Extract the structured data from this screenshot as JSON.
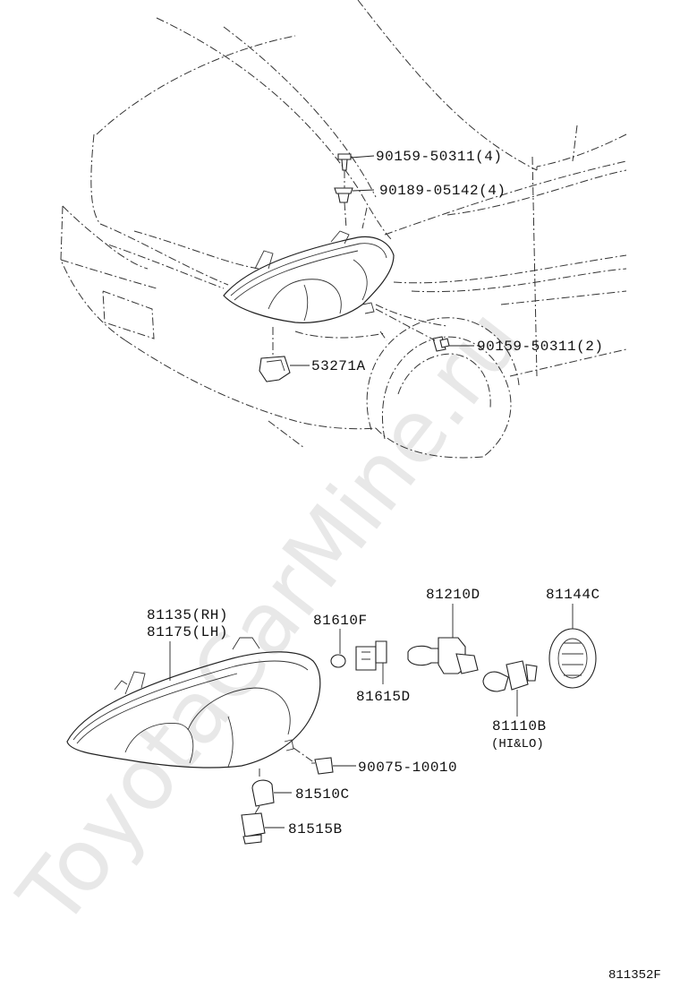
{
  "watermark": "ToyotaCarMine.ru",
  "figure_code": "811352F",
  "callouts": {
    "upper_bolt": "90159-50311(4)",
    "upper_nut": "90189-05142(4)",
    "lower_bolt": "90159-50311(2)",
    "bracket": "53271A",
    "lamp_rh": "81135(RH)",
    "lamp_lh": "81175(LH)",
    "side_bulb": "81610F",
    "side_socket": "81615D",
    "hb_bulb": "81210D",
    "cover": "81144C",
    "main_bulb": "81110B",
    "main_bulb_note": "(HI&LO)",
    "screw_nut": "90075-10010",
    "turn_bulb": "81510C",
    "turn_socket": "81515B"
  }
}
